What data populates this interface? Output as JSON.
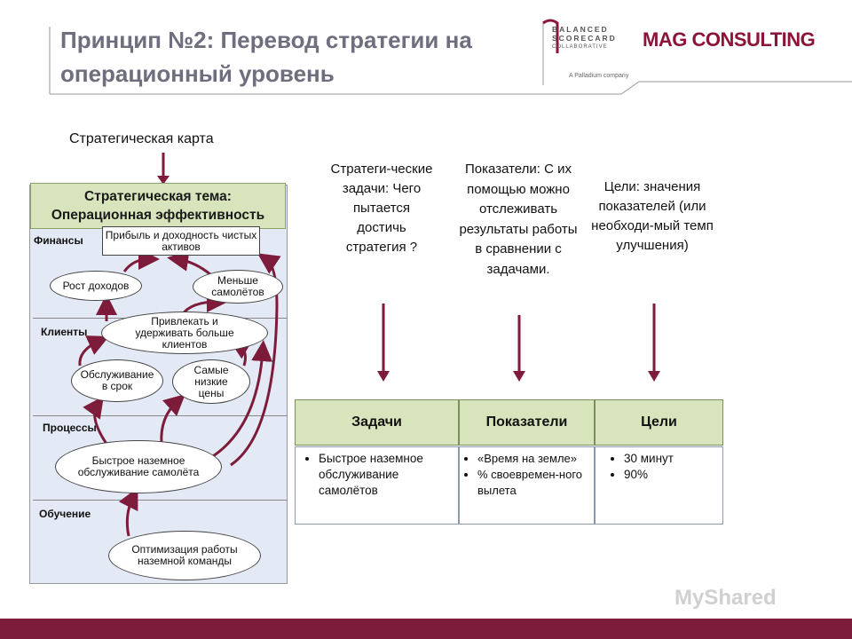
{
  "title_line1": "Принцип №2: Перевод стратегии на",
  "title_line2": "операционный уровень",
  "logo": {
    "bsc_line1": "BALANCED",
    "bsc_line2": "SCORECARD",
    "bsc_line3": "COLLABORATIVE",
    "palladium": "A Palladium company",
    "mag": "MAG CONSULTING"
  },
  "watermark": "MyShared",
  "strategy_map_label": "Стратегическая карта",
  "theme_line1": "Стратегическая тема:",
  "theme_line2": "Операционная эффективность",
  "sections": {
    "finance": "Финансы",
    "clients": "Клиенты",
    "processes": "Процессы",
    "learning": "Обучение"
  },
  "nodes": {
    "profit": "Прибыль и доходность чистых активов",
    "revenue": "Рост доходов",
    "fewer_planes": "Меньше самолётов",
    "attract": "Привлекать и удерживать больше клиентов",
    "ontime": "Обслуживание в срок",
    "lowprice": "Самые низкие цены",
    "fastground": "Быстрое наземное обслуживание самолёта",
    "optimize": "Оптимизация работы наземной команды"
  },
  "columns": {
    "tasks_desc": "Стратеги-ческие задачи: Чего пытается достичь стратегия ?",
    "indicators_desc": "Показатели: С их помощью можно отслеживать результаты работы в сравнении с задачами.",
    "goals_desc": "Цели: значения показателей (или необходи-мый темп улучшения)"
  },
  "table": {
    "headers": [
      "Задачи",
      "Показатели",
      "Цели"
    ],
    "tasks": [
      "Быстрое наземное обслуживание самолётов"
    ],
    "indicators": [
      "«Время на земле»",
      "% своевремен-ного вылета"
    ],
    "goals": [
      "30 минут",
      "90%"
    ]
  },
  "colors": {
    "accent": "#7d1b3a",
    "header_green": "#d8e4bc",
    "panel_blue": "#e3e9f5",
    "title_gray": "#6e6e7e"
  }
}
